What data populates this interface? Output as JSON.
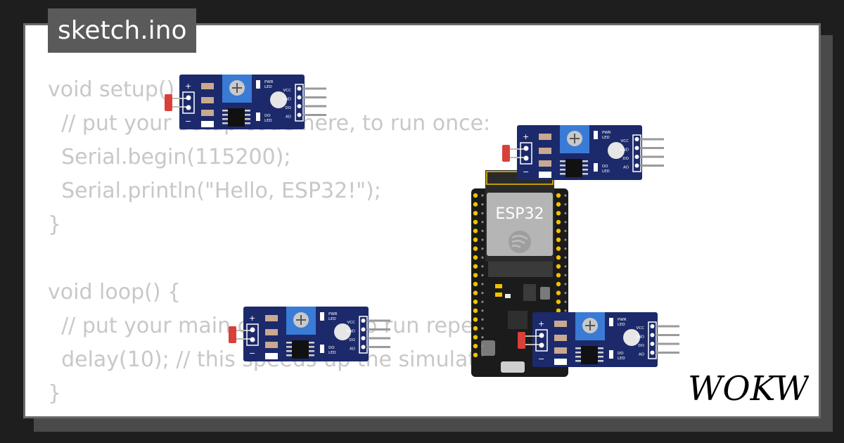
{
  "tab": {
    "title": "sketch.ino"
  },
  "code": {
    "lines": [
      "void setup() {",
      "  // put your setup code here, to run once:",
      "  Serial.begin(115200);",
      "  Serial.println(\"Hello, ESP32!\");",
      "}",
      "",
      "void loop() {",
      "  // put your main code here, to run repeatedly:",
      "  delay(10); // this speeds up the simulation",
      "}"
    ]
  },
  "esp32": {
    "label": "ESP32"
  },
  "sensor": {
    "pin_labels": [
      "VCC",
      "GND",
      "DO",
      "AO"
    ],
    "pwr_led": [
      "PWR",
      "LED"
    ],
    "do_led": [
      "DO",
      "LED"
    ],
    "plus": "+",
    "minus": "−"
  },
  "brand": {
    "logo": "WOKWi"
  },
  "colors": {
    "background": "#1e1e1e",
    "card": "#ffffff",
    "tab": "#5a5a5a",
    "code_text": "#c8c8c8",
    "pcb_blue": "#1c2a6b",
    "board_black": "#1b1b1b",
    "pin_gold": "#f2c200",
    "ldr_red": "#d9403a"
  },
  "icons": [
    "potentiometer-icon",
    "led-icon",
    "photoresistor-icon",
    "espressif-logo-icon"
  ]
}
